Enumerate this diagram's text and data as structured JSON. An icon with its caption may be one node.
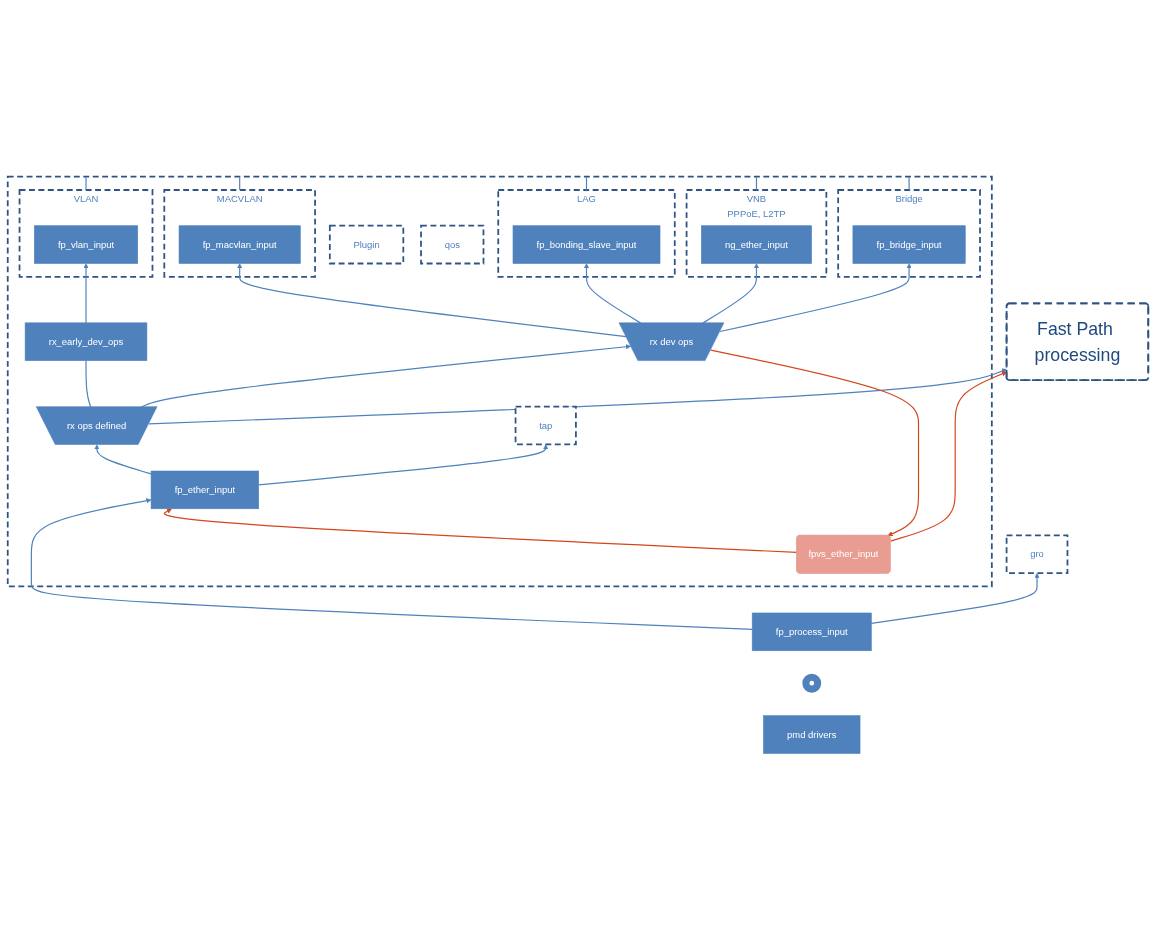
{
  "diagram": {
    "nodes": [
      {
        "text": [
          "Fast Path processing"
        ]
      },
      {
        "text": [],
        "shape": "box"
      },
      {
        "text": [
          "fpvs_ether_input"
        ],
        "in": 1
      },
      {
        "text": [
          "Bridge"
        ],
        "in": 1
      },
      {
        "text": [
          "fp_bridge_input"
        ],
        "in": 3
      },
      {
        "text": [
          "VNB",
          "PPPoE, L2TP"
        ],
        "in": 1
      },
      {
        "text": [
          "ng_ether_input"
        ],
        "in": 5
      },
      {
        "text": [
          "LAG"
        ],
        "in": 1
      },
      {
        "text": [
          "fp_bonding_slave_input"
        ],
        "in": 7
      },
      {
        "text": [
          "MACVLAN"
        ],
        "in": 1
      },
      {
        "text": [
          "fp_macvlan_input"
        ],
        "in": 9
      },
      {
        "text": [
          "VLAN"
        ],
        "in": 1
      },
      {
        "text": [
          "fp_vlan_input"
        ],
        "in": 11
      },
      {
        "text": [
          "rx dev ops"
        ],
        "in": 1
      },
      {
        "text": [
          "rx_early_dev_ops"
        ],
        "in": 1
      },
      {
        "text": [
          "rx ops defined"
        ],
        "in": 1
      },
      {
        "text": [
          "Plugin"
        ],
        "in": 1
      },
      {
        "text": [
          "tap"
        ],
        "in": 1
      },
      {
        "text": [
          "qos"
        ],
        "in": 1
      },
      {
        "text": [
          "fp_ether_input"
        ],
        "in": 1
      },
      {
        "text": [
          "gro"
        ]
      },
      {
        "text": [
          "fp_process_input"
        ]
      },
      {
        "text": [],
        "shape": "circle"
      },
      {
        "text": [
          "pmd drivers"
        ]
      }
    ],
    "edges": [
      {
        "from": 21,
        "to": 19,
        "arrow": "to"
      },
      {
        "from": 19,
        "to": 15,
        "arrow": "to"
      },
      {
        "from": 15,
        "to": 13,
        "arrow": "to"
      },
      {
        "from": 15,
        "to": 14,
        "arrow": "none"
      },
      {
        "from": 14,
        "to": 12,
        "arrow": "to"
      },
      {
        "from": 15,
        "to": 0,
        "arrow": "to"
      },
      {
        "from": 13,
        "to": 2,
        "arrow": "to",
        "color": "#d4461c"
      },
      {
        "from": 13,
        "to": 4,
        "arrow": "to"
      },
      {
        "from": 13,
        "to": 6,
        "arrow": "to"
      },
      {
        "from": 13,
        "to": 8,
        "arrow": "to"
      },
      {
        "from": 13,
        "to": 10,
        "arrow": "to"
      },
      {
        "from": 2,
        "to": 0,
        "arrow": "to",
        "color": "#d4461c"
      },
      {
        "from": 2,
        "to": 19,
        "arrow": "to",
        "color": "#d4461c"
      },
      {
        "from": 1,
        "to": 3,
        "arrow": "none"
      },
      {
        "from": 1,
        "to": 5,
        "arrow": "none"
      },
      {
        "from": 1,
        "to": 7,
        "arrow": "none"
      },
      {
        "from": 1,
        "to": 9,
        "arrow": "none"
      },
      {
        "from": 1,
        "to": 11,
        "arrow": "none"
      },
      {
        "from": 19,
        "to": 17,
        "arrow": "to"
      },
      {
        "from": 21,
        "to": 20,
        "arrow": "to"
      }
    ]
  }
}
